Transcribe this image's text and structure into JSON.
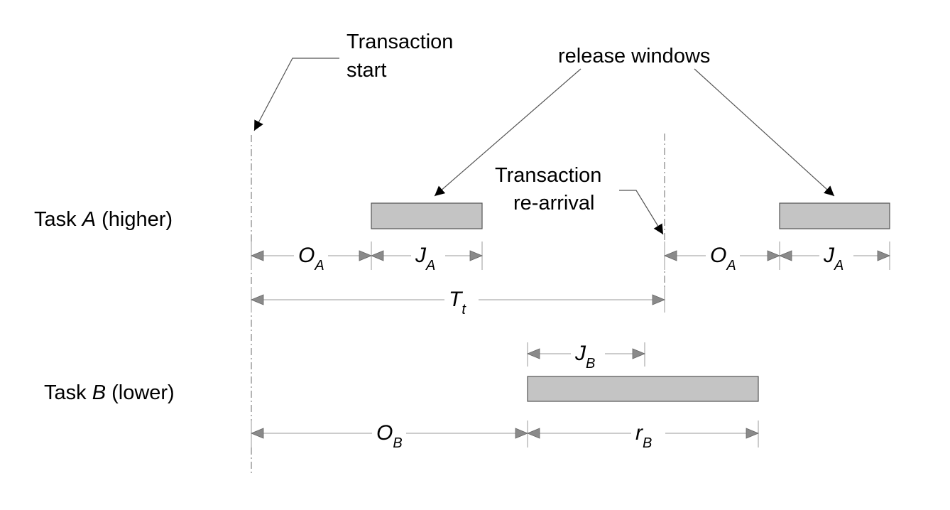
{
  "labels": {
    "transaction_start_line1": "Transaction",
    "transaction_start_line2": "start",
    "release_windows": "release windows",
    "transaction_rearrival_line1": "Transaction",
    "transaction_rearrival_line2": "re-arrival",
    "task_a_prefix": "Task ",
    "task_a_symbol": "A",
    "task_a_suffix": " (higher)",
    "task_b_prefix": "Task ",
    "task_b_symbol": "B",
    "task_b_suffix": " (lower)"
  },
  "dimensions": {
    "o_a_1": {
      "main": "O",
      "sub": "A"
    },
    "j_a_1": {
      "main": "J",
      "sub": "A"
    },
    "o_a_2": {
      "main": "O",
      "sub": "A"
    },
    "j_a_2": {
      "main": "J",
      "sub": "A"
    },
    "t_t": {
      "main": "T",
      "sub": "t"
    },
    "j_b": {
      "main": "J",
      "sub": "B"
    },
    "o_b": {
      "main": "O",
      "sub": "B"
    },
    "r_b": {
      "main": "r",
      "sub": "B"
    }
  },
  "colors": {
    "bar_fill": "#c4c4c4",
    "bar_stroke": "#555555",
    "dimension_line": "#9a9a9a",
    "arrow_fill": "#8a8a8a",
    "callout": "#555555"
  }
}
